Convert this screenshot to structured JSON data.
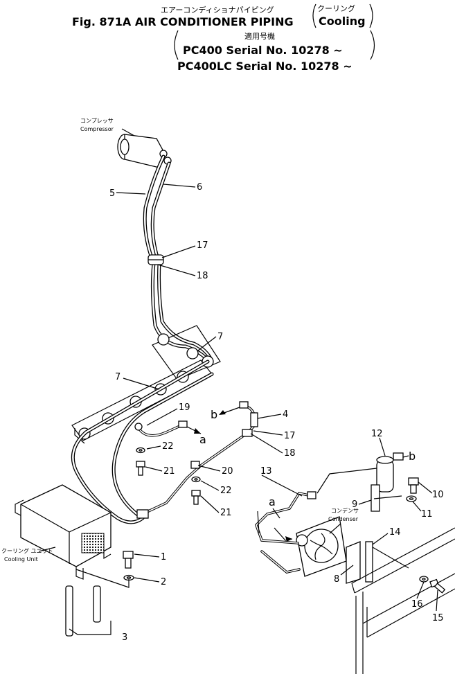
{
  "header": {
    "jp_title": "エアーコンディショナパイピング",
    "jp_cooling": "クーリング",
    "title": "Fig. 871A AIR CONDITIONER PIPING",
    "cooling": "Cooling",
    "jp_applicable": "適用号機",
    "model_line_1": "PC400     Serial No. 10278 ~",
    "model_line_2": "PC400LC  Serial No. 10278 ~"
  },
  "components": {
    "compressor_jp": "コンプレッサ",
    "compressor": "Compressor",
    "condenser_jp": "コンデンサ",
    "condenser": "Condenser",
    "cooling_unit_jp": "クーリング ユニット",
    "cooling_unit": "Cooling Unit"
  },
  "callouts": {
    "c1": "1",
    "c2": "2",
    "c3": "3",
    "c4": "4",
    "c5": "5",
    "c6": "6",
    "c7a": "7",
    "c7b": "7",
    "c8": "8",
    "c9": "9",
    "c10": "10",
    "c11": "11",
    "c12": "12",
    "c13": "13",
    "c14": "14",
    "c15": "15",
    "c16": "16",
    "c17a": "17",
    "c17b": "17",
    "c18a": "18",
    "c18b": "18",
    "c19": "19",
    "c20": "20",
    "c21a": "21",
    "c21b": "21",
    "c22a": "22",
    "c22b": "22"
  },
  "connections": {
    "a1": "a",
    "a2": "a",
    "b1": "b",
    "b2": "b"
  }
}
